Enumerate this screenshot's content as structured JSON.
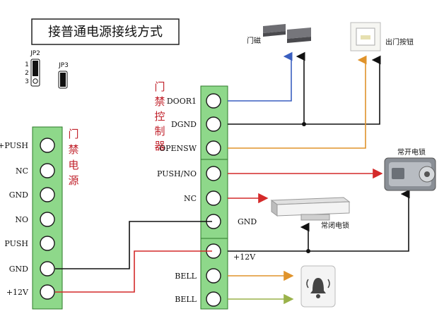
{
  "title": "接普通电源接线方式",
  "jumpers": {
    "jp2": "JP2",
    "jp3": "JP3",
    "pins": [
      "1",
      "2",
      "3"
    ]
  },
  "power_supply": {
    "label_chars": [
      "门",
      "禁",
      "电",
      "源"
    ],
    "terminals": [
      "+PUSH",
      "NC",
      "GND",
      "NO",
      "PUSH",
      "GND",
      "+12V"
    ]
  },
  "controller": {
    "label_chars": [
      "门",
      "禁",
      "控",
      "制",
      "器"
    ],
    "terminals": [
      "DOOR1",
      "DGND",
      "OPENSW",
      "PUSH/NO",
      "NC",
      "GND",
      "+12V",
      "BELL",
      "BELL"
    ]
  },
  "devices": {
    "door_sensor": "门磁",
    "exit_button": "出门按钮",
    "normally_open_lock": "常开电锁",
    "normally_closed_lock": "常闭电锁"
  },
  "colors": {
    "terminal_green": "#8ed88a",
    "wire_blue": "#3a5fc0",
    "wire_black": "#111111",
    "wire_orange": "#e0932a",
    "wire_red": "#d42a2a",
    "wire_olive": "#9ab24a",
    "label_red": "#c0202a"
  }
}
